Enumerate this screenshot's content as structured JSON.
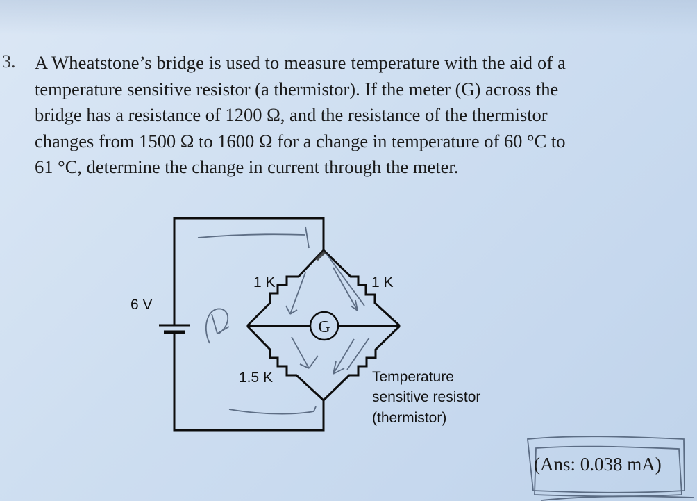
{
  "question": {
    "number": "3.",
    "lines": [
      "A Wheatstone’s bridge is used to measure temperature with the aid of a",
      "temperature sensitive resistor (a thermistor). If the meter (G) across the",
      "bridge has a resistance of 1200 Ω, and the resistance of the thermistor",
      "changes from 1500 Ω to 1600 Ω for a change in temperature of 60 °C to",
      "61 °C, determine the change in current through the meter."
    ]
  },
  "diagram": {
    "source_label": "6 V",
    "resistor_top_left": "1 K",
    "resistor_top_right": "1 K",
    "resistor_bottom_left": "1.5 K",
    "meter_label": "G",
    "thermistor_label": [
      "Temperature",
      "sensitive resistor",
      "(thermistor)"
    ],
    "colors": {
      "line": "#0d0d0d",
      "pencil": "#4a5a72"
    }
  },
  "answer": {
    "text": "(Ans: 0.038 mA)"
  }
}
